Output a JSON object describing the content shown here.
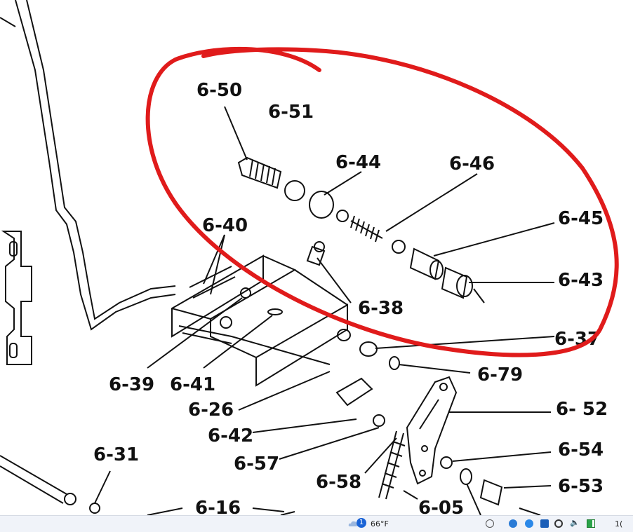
{
  "diagram": {
    "labels": [
      {
        "id": "p650",
        "text": "6-50"
      },
      {
        "id": "p651",
        "text": "6-51"
      },
      {
        "id": "p644",
        "text": "6-44"
      },
      {
        "id": "p646",
        "text": "6-46"
      },
      {
        "id": "p645",
        "text": "6-45"
      },
      {
        "id": "p640",
        "text": "6-40"
      },
      {
        "id": "p643",
        "text": "6-43"
      },
      {
        "id": "p638",
        "text": "6-38"
      },
      {
        "id": "p637",
        "text": "6-37"
      },
      {
        "id": "p679",
        "text": "6-79"
      },
      {
        "id": "p639",
        "text": "6-39"
      },
      {
        "id": "p641",
        "text": "6-41"
      },
      {
        "id": "p626",
        "text": "6-26"
      },
      {
        "id": "p652",
        "text": "6- 52"
      },
      {
        "id": "p642",
        "text": "6-42"
      },
      {
        "id": "p631",
        "text": "6-31"
      },
      {
        "id": "p657",
        "text": "6-57"
      },
      {
        "id": "p654",
        "text": "6-54"
      },
      {
        "id": "p658",
        "text": "6-58"
      },
      {
        "id": "p653",
        "text": "6-53"
      },
      {
        "id": "p616",
        "text": "6-16"
      },
      {
        "id": "p605",
        "text": "6-05"
      }
    ],
    "highlight_color": "#e01b1b"
  },
  "taskbar": {
    "weather_badge": "1",
    "temperature": "66°F",
    "clock_fragment": "1("
  }
}
